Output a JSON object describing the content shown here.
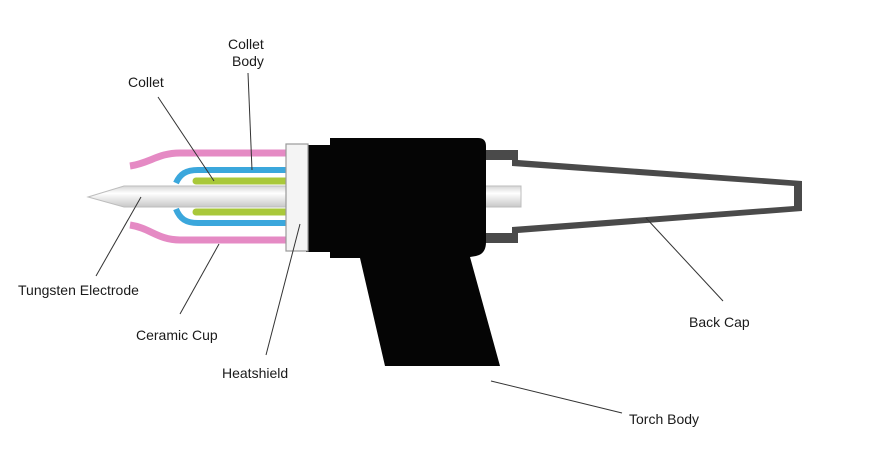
{
  "labels": {
    "collet_body_line1": "Collet",
    "collet_body_line2": "Body",
    "collet": "Collet",
    "tungsten_electrode": "Tungsten Electrode",
    "ceramic_cup": "Ceramic Cup",
    "heatshield": "Heatshield",
    "back_cap": "Back Cap",
    "torch_body": "Torch Body"
  },
  "colors": {
    "ceramic_cup": "#e58ac4",
    "collet_body": "#3ba7dc",
    "collet": "#a9c83a",
    "electrode": "#e8e8e8",
    "torch_body": "#050505",
    "back_cap": "#4a4a4a",
    "heatshield": "#f4f4f4"
  }
}
